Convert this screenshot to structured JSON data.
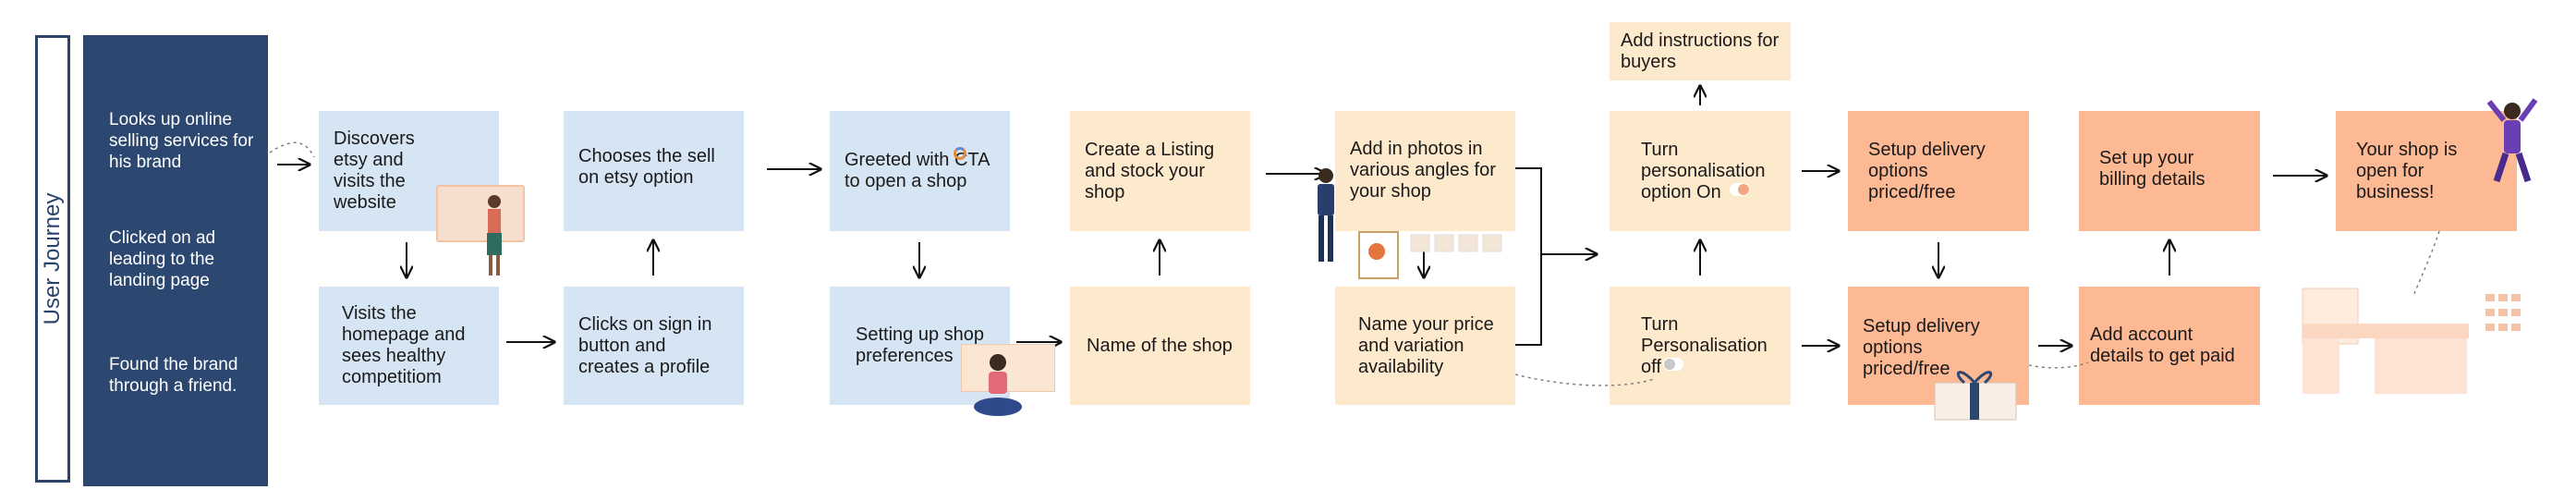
{
  "journey_label": "User Journey",
  "sidebar": {
    "items": [
      "Looks up online selling services for his brand",
      "Clicked on ad leading to the landing page",
      "Found the brand through a friend."
    ]
  },
  "steps": {
    "discovers": "Discovers etsy and visits the website",
    "visits_homepage": "Visits the homepage and sees healthy competitiom",
    "chooses_sell": "Chooses the sell on etsy option",
    "clicks_signin": "Clicks on sign in button and  creates a profile",
    "greeted": "Greeted with CTA to open a shop",
    "shop_prefs": "Setting up shop preferences",
    "create_listing": "Create a Listing and stock your shop",
    "name_shop": "Name of the shop",
    "add_photos": "Add in photos in various angles for your shop",
    "name_price": "Name your price and variation availability",
    "add_instructions": "Add instructions for buyers",
    "turn_on": "Turn personalisation option On",
    "turn_off": "Turn Personalisation off",
    "delivery_top": "Setup delivery options priced/free",
    "delivery_bottom": "Setup delivery options priced/free",
    "billing": "Set up your billing details",
    "account": "Add account details  to  get paid",
    "open": "Your shop is open for business!"
  },
  "colors": {
    "navy": "#2c4770",
    "blue_box": "#d6e5f4",
    "cream_box": "#fde9cc",
    "peach_box": "#fdb894"
  }
}
